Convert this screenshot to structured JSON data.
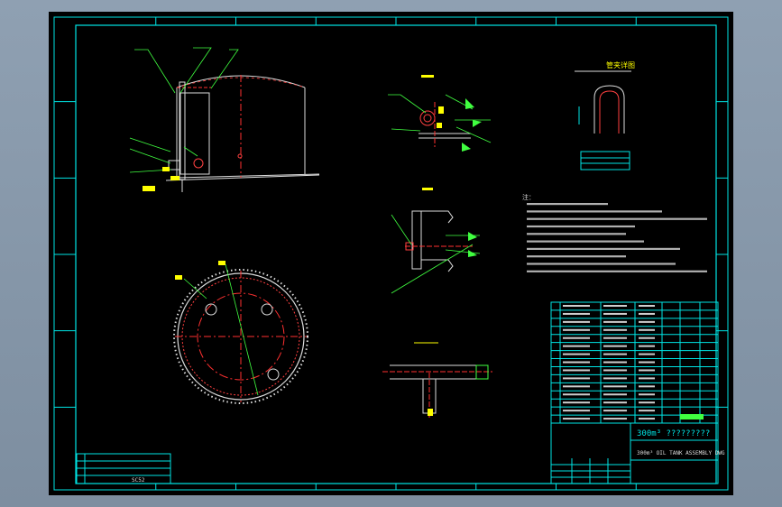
{
  "drawing": {
    "title_line1": "300m³ ?????????",
    "title_line2": "300m³ OIL TANK ASSEMBLY DWG",
    "notes_label": "注：",
    "detail_title": "管夹详图",
    "scale_text": "SC52",
    "colors": {
      "frame": "#00e5e5",
      "tank": "#dcdcdc",
      "axis": "#ff3030",
      "leader": "#40ff40",
      "label": "#ffff00",
      "detail": "#ff4040",
      "background": "#000000"
    }
  }
}
